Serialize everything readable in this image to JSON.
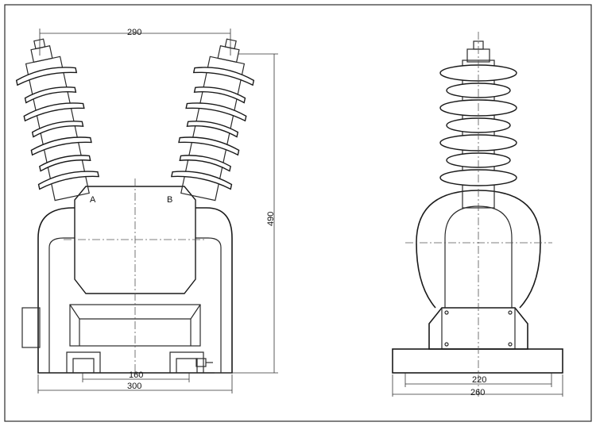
{
  "labels": {
    "terminal_a": "A",
    "terminal_b": "B"
  },
  "dimensions": {
    "bushing_spacing": "290",
    "total_height": "490",
    "front_mount_spacing": "160",
    "front_base_width": "300",
    "side_mount_spacing": "220",
    "side_base_width": "260"
  },
  "colors": {
    "line": "#1a1a1a",
    "background": "#ffffff"
  }
}
